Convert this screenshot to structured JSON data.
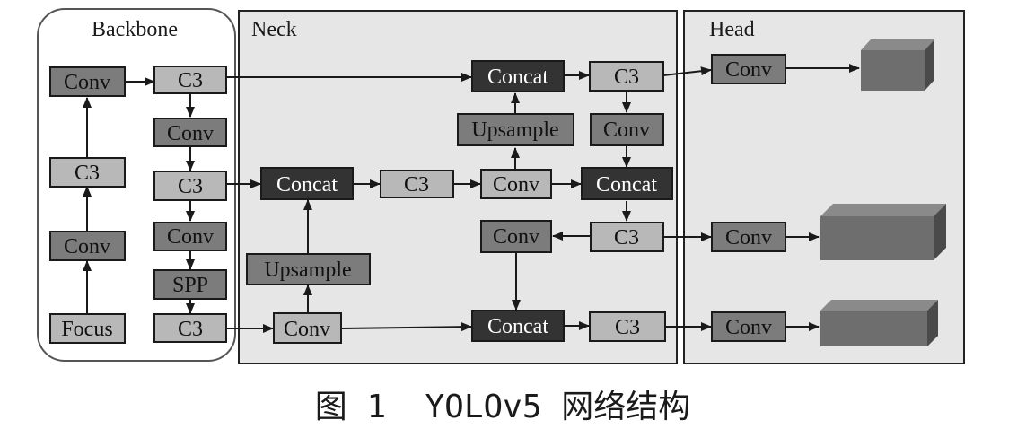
{
  "sections": {
    "backbone": "Backbone",
    "neck": "Neck",
    "head": "Head"
  },
  "labels": {
    "conv": "Conv",
    "c3": "C3",
    "concat": "Concat",
    "upsample": "Upsample",
    "spp": "SPP",
    "focus": "Focus"
  },
  "caption": "图 1  YOLOv5 网络结构",
  "colors": {
    "light_block": "#b8b8b8",
    "medium_block": "#7c7c7c",
    "dark_block": "#333333",
    "panel_bg": "#e6e6e6",
    "output_box": "#6e6e6e"
  }
}
